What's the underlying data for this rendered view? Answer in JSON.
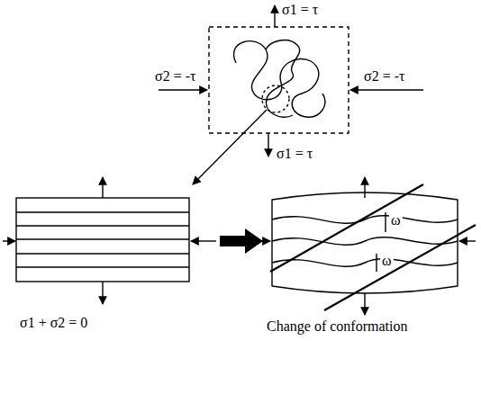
{
  "diagram": {
    "labels": [
      "σ1 = τ",
      "σ2 = -τ",
      "σ2 = -τ",
      "σ1 = τ",
      "ω",
      "ω",
      "σ1 + σ2 = 0",
      "Change of conformation"
    ]
  }
}
